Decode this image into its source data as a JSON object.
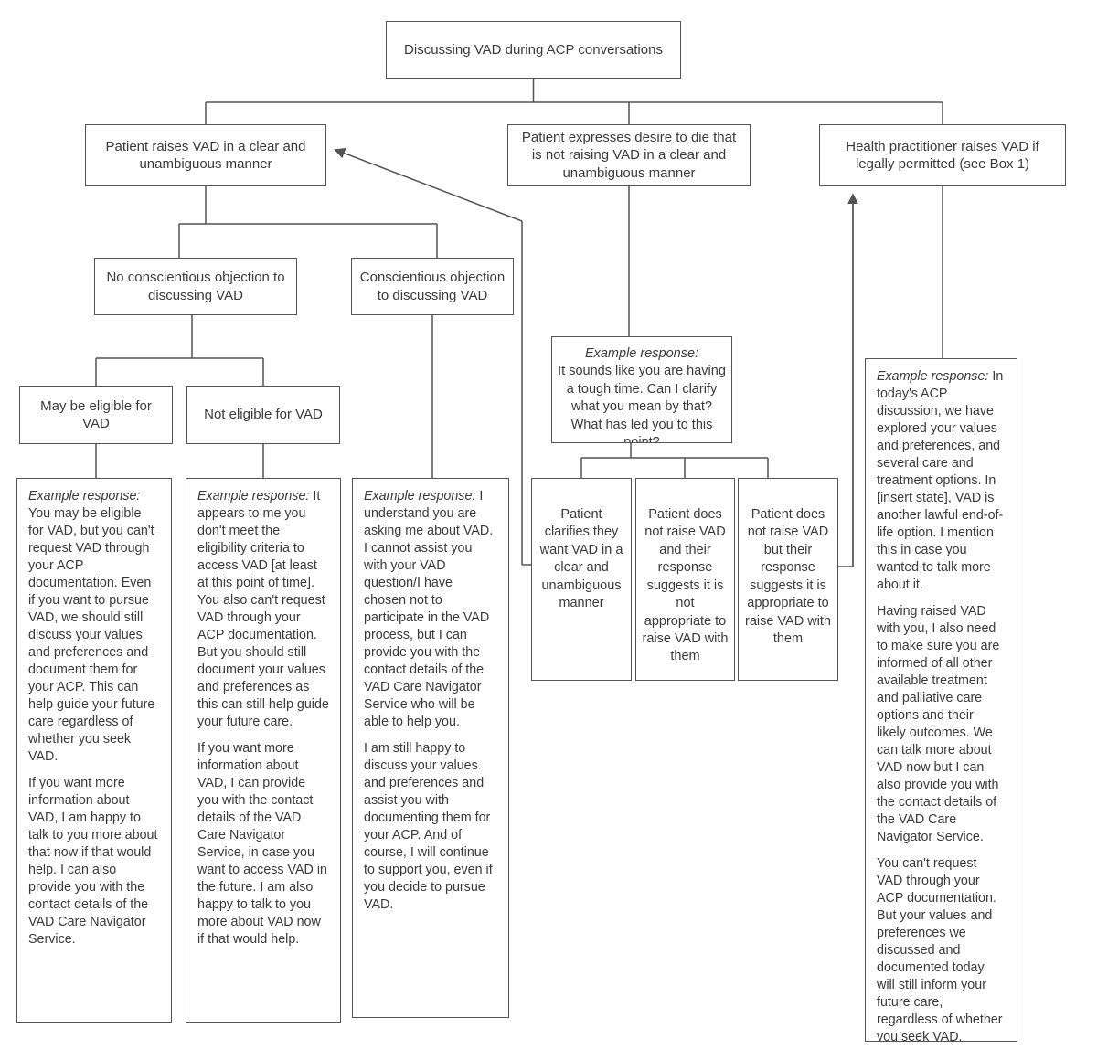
{
  "colors": {
    "line": "#545454",
    "text": "#3a3a3a",
    "background": "#ffffff"
  },
  "nodes": {
    "root": {
      "text": "Discussing VAD during ACP conversations"
    },
    "patient_raises": {
      "text": "Patient raises VAD in a clear and unambiguous manner"
    },
    "patient_expresses": {
      "text": "Patient expresses desire to die that is not raising VAD in a clear and unambiguous manner"
    },
    "practitioner_raises": {
      "text": "Health practitioner raises VAD if legally permitted (see Box 1)"
    },
    "no_objection": {
      "text": "No conscientious objection to discussing VAD"
    },
    "objection": {
      "text": "Conscientious objection to discussing VAD"
    },
    "may_eligible": {
      "text": "May be eligible for VAD"
    },
    "not_eligible": {
      "text": "Not eligible for VAD"
    },
    "clarify_example": {
      "label": "Example response:",
      "text": "It sounds like you are having a tough time. Can I clarify what you mean by that? What has led you to this point?"
    },
    "clarifies_vad": {
      "text": "Patient clarifies they want VAD in a clear and unambiguous manner"
    },
    "not_raise_not_appropriate": {
      "text": "Patient does not raise VAD and their response suggests it is not appropriate to raise VAD with them"
    },
    "not_raise_appropriate": {
      "text": "Patient does not raise VAD but their response suggests it is appropriate to raise VAD with them"
    },
    "example_may_eligible": {
      "label": "Example response:",
      "p1": "You may be eligible for VAD, but you can't request VAD through your ACP documentation. Even if you want to pursue VAD, we should still discuss your values and preferences and document them for your ACP. This can help guide your future care regardless of whether you seek VAD.",
      "p2": "If you want more information about VAD, I am happy to talk to you more about that now if that would help. I can also provide you with the contact details of the VAD Care Navigator Service."
    },
    "example_not_eligible": {
      "label": "Example response:",
      "p1": "It appears to me you don't meet the eligibility criteria to access VAD [at least at this point of time]. You also can't request VAD through your ACP documentation. But you should still document your values and preferences as this can still help guide your future care.",
      "p2": "If you want more information about VAD, I can provide you with the contact details of the VAD Care Navigator Service, in case you want to access VAD in the future. I am also happy to talk to you more about VAD now if that would help."
    },
    "example_objection": {
      "label": "Example response:",
      "p1": "I understand you are asking me about VAD. I cannot assist you with your VAD question/I have chosen not to participate in the VAD process, but I can provide you with the contact details of the VAD Care Navigator Service who will be able to help you.",
      "p2": "I am still happy to discuss your values and preferences and assist you with documenting them for your ACP. And of course, I will continue to support you, even if you decide to pursue VAD."
    },
    "example_practitioner": {
      "label": "Example response:",
      "p1": "In today's ACP discussion, we have explored your values and preferences, and several care and treatment options. In [insert state], VAD is another lawful end-of-life option. I mention this in case you wanted to talk more about it.",
      "p2": "Having raised VAD with you, I also need to make sure you are informed of all other available treatment and palliative care options and their likely outcomes. We can talk more about VAD now but I can also provide you with the contact details of the VAD Care Navigator Service.",
      "p3": "You can't request VAD through your ACP documentation. But your values and preferences we discussed and documented today will still inform your future care, regardless of whether you seek VAD."
    }
  }
}
